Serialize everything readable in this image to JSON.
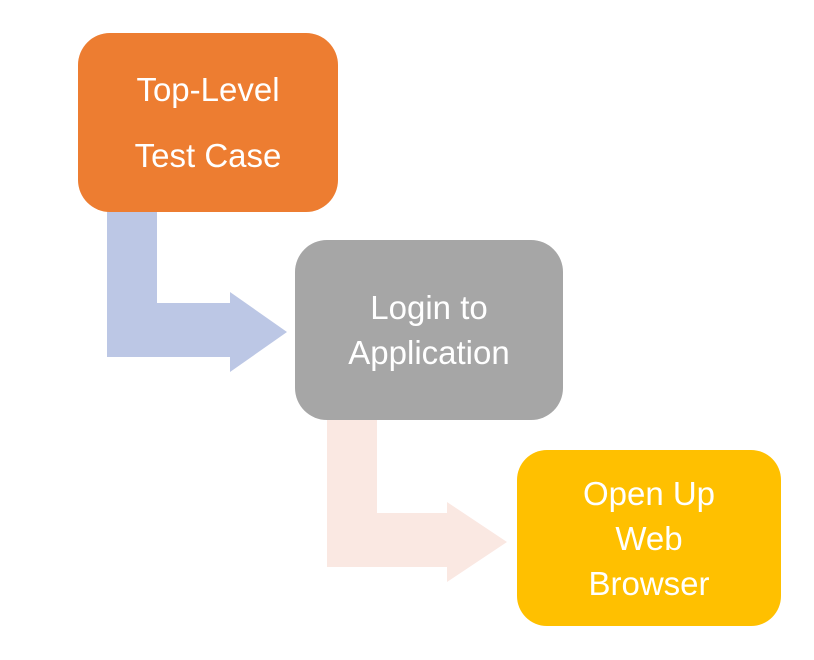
{
  "diagram": {
    "background_color": "#FFFFFF",
    "nodes": [
      {
        "id": "top-level-test-case",
        "lines": [
          "Top-Level",
          "Test Case"
        ],
        "fill": "#ED7D31",
        "text_color": "#FFFFFF"
      },
      {
        "id": "login-to-application",
        "lines": [
          "Login to",
          "Application"
        ],
        "fill": "#A6A6A6",
        "text_color": "#FFFFFF"
      },
      {
        "id": "open-up-web-browser",
        "lines": [
          "Open Up",
          "Web",
          "Browser"
        ],
        "fill": "#FFC000",
        "text_color": "#FFFFFF"
      }
    ],
    "connectors": [
      {
        "from": "top-level-test-case",
        "to": "login-to-application",
        "shape": "elbow-arrow",
        "color": "#BCC7E5"
      },
      {
        "from": "login-to-application",
        "to": "open-up-web-browser",
        "shape": "elbow-arrow",
        "color": "#FAE8E2"
      }
    ]
  }
}
